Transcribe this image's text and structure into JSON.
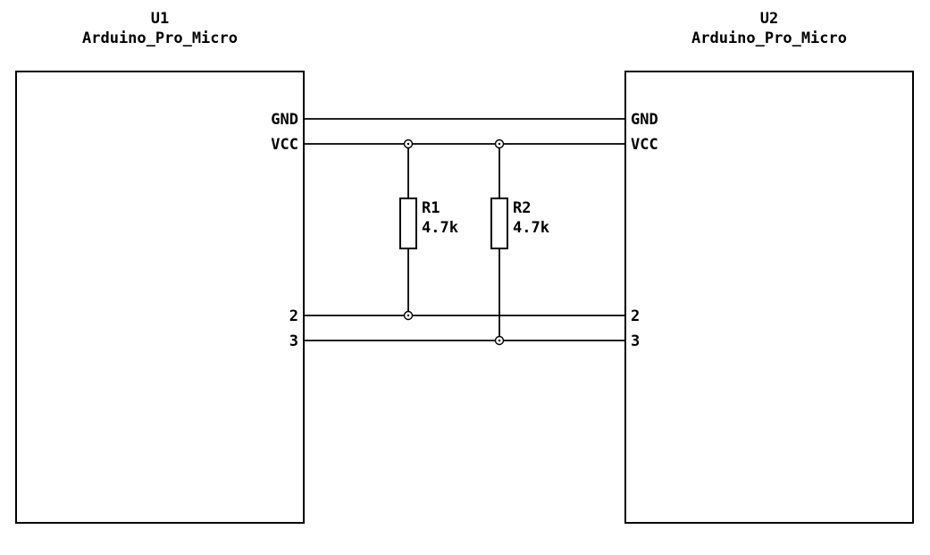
{
  "schematic": {
    "colors": {
      "line": "#000000",
      "background": "#ffffff"
    },
    "components": [
      {
        "ref": "U1",
        "value": "Arduino_Pro_Micro",
        "pins": [
          "GND",
          "VCC",
          "2",
          "3"
        ]
      },
      {
        "ref": "U2",
        "value": "Arduino_Pro_Micro",
        "pins": [
          "GND",
          "VCC",
          "2",
          "3"
        ]
      }
    ],
    "resistors": [
      {
        "ref": "R1",
        "value": "4.7k"
      },
      {
        "ref": "R2",
        "value": "4.7k"
      }
    ],
    "nets": [
      "GND",
      "VCC",
      "2",
      "3"
    ]
  }
}
